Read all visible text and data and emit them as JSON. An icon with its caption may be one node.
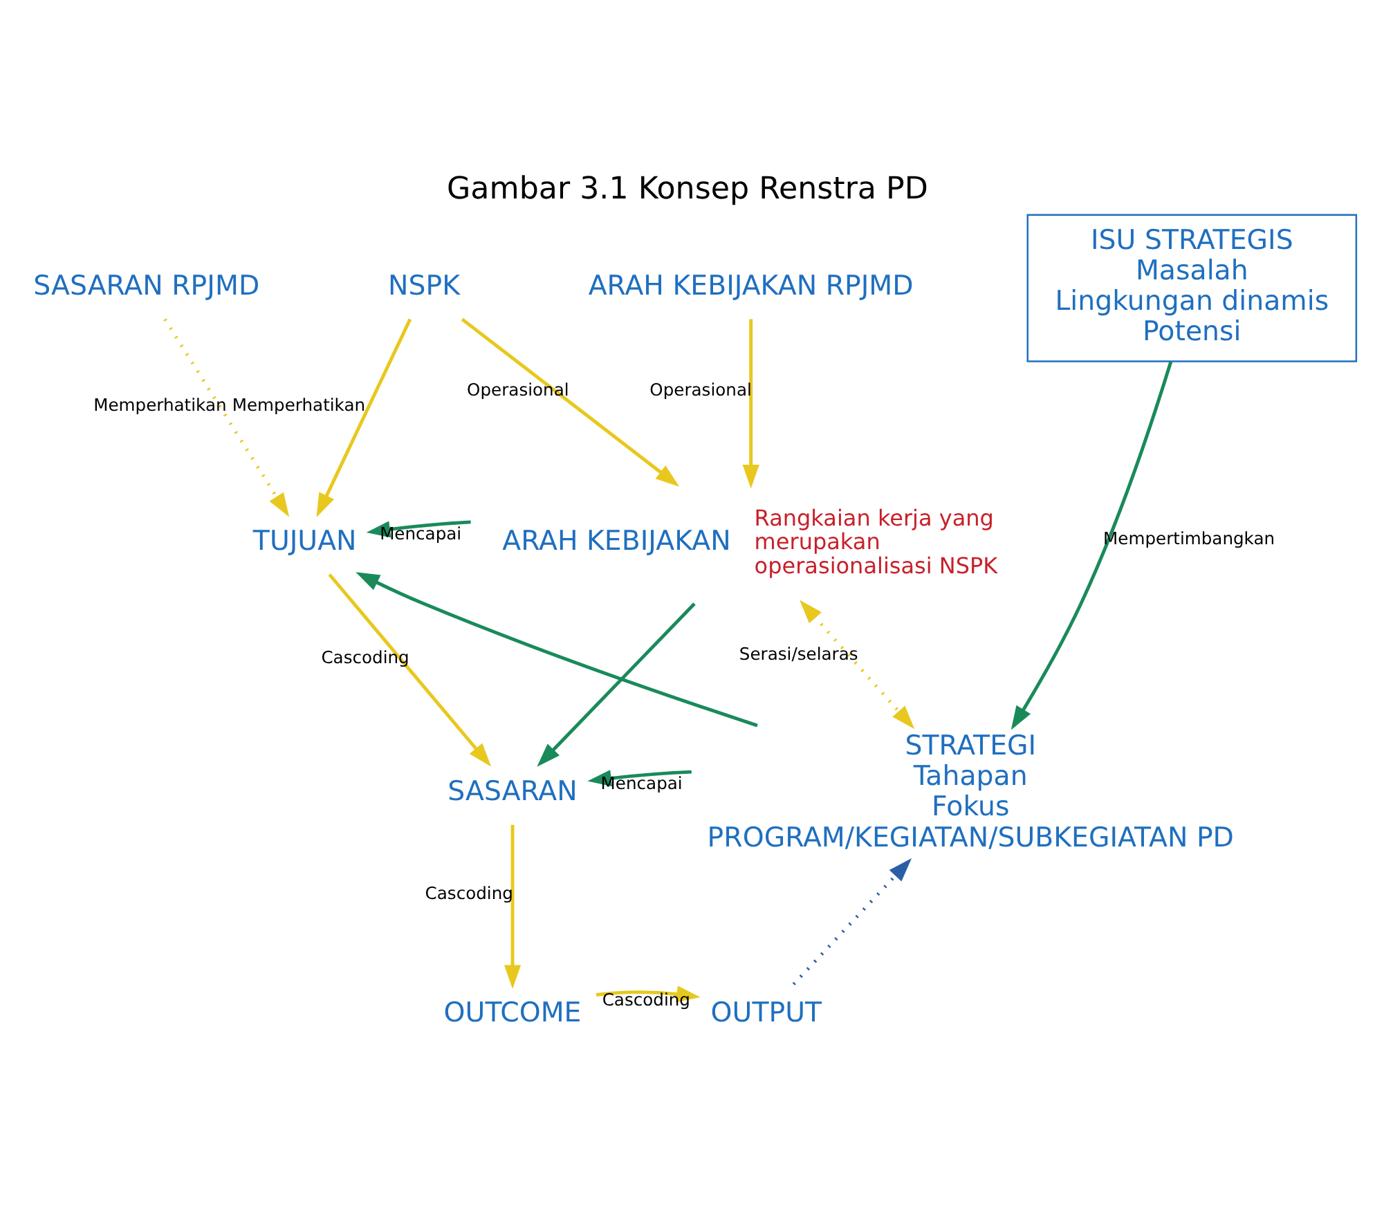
{
  "diagram": {
    "title": "Gambar 3.1 Konsep Renstra PD",
    "nodes": [
      {
        "text": [
          "SASARAN RPJMD"
        ]
      },
      {
        "text": [
          "NSPK"
        ]
      },
      {
        "text": [
          "ARAH KEBIJAKAN RPJMD"
        ]
      },
      {
        "text": [
          "ISU STRATEGIS",
          "Masalah",
          "Lingkungan dinamis",
          "Potensi"
        ]
      },
      {
        "text": [
          "TUJUAN"
        ]
      },
      {
        "text": [
          "ARAH KEBIJAKAN"
        ],
        "beside": [
          "Rangkaian kerja yang merupakan operasionalisasi NSPK"
        ]
      },
      {
        "text": [
          "SASARAN"
        ]
      },
      {
        "text": [
          "STRATEGI",
          "Tahapan",
          "Fokus",
          "PROGRAM/KEGIATAN/SUBKEGIATAN PD"
        ]
      },
      {
        "text": [
          "OUTCOME"
        ]
      },
      {
        "text": [
          "OUTPUT"
        ]
      }
    ],
    "edges": [
      {
        "from": 0,
        "to": 4,
        "arrow": "to",
        "label": "Memperhatikan",
        "style": "dashed"
      },
      {
        "from": 1,
        "to": 4,
        "arrow": "to",
        "label": "Memperhatikan"
      },
      {
        "from": 1,
        "to": 5,
        "arrow": "to",
        "label": "Operasional"
      },
      {
        "from": 2,
        "to": 5,
        "arrow": "to",
        "label": "Operasional"
      },
      {
        "from": 5,
        "to": 4,
        "arrow": "to",
        "label": "Mencapai",
        "color": "#1a8a5a"
      },
      {
        "from": 5,
        "to": 6,
        "arrow": "to",
        "color": "#1a8a5a"
      },
      {
        "from": 7,
        "to": 6,
        "arrow": "to",
        "label": "Mencapai",
        "color": "#1a8a5a"
      },
      {
        "from": 7,
        "to": 4,
        "arrow": "to",
        "color": "#1a8a5a"
      },
      {
        "from": 5,
        "to": 7,
        "arrow": "both",
        "label": "Serasi/selaras",
        "style": "dashed"
      },
      {
        "from": 3,
        "to": 7,
        "arrow": "to",
        "label": "Mempertimbangkan",
        "color": "#1a8a5a"
      },
      {
        "from": 4,
        "to": 6,
        "arrow": "to",
        "label": "Cascoding"
      },
      {
        "from": 6,
        "to": 8,
        "arrow": "to",
        "label": "Cascoding"
      },
      {
        "from": 8,
        "to": 9,
        "arrow": "to",
        "label": "Cascoding"
      },
      {
        "from": 9,
        "to": 7,
        "arrow": "to",
        "style": "dashed",
        "color": "#2a5fa8"
      }
    ]
  }
}
